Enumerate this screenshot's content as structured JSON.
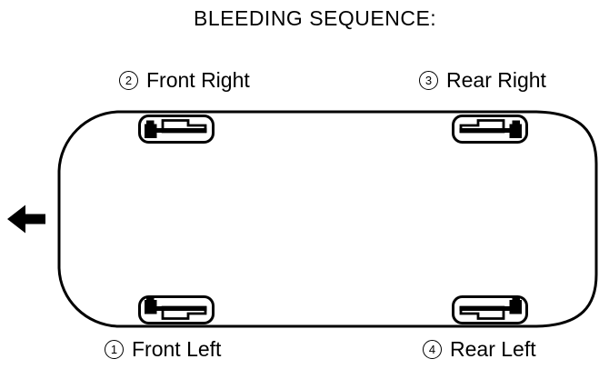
{
  "title": "BLEEDING SEQUENCE:",
  "colors": {
    "line": "#000000",
    "background": "#ffffff"
  },
  "icons": {
    "front_direction_arrow": "left-arrow",
    "wheel_caliper": "brake-caliper"
  },
  "labels": [
    {
      "id": "front-right",
      "number": "2",
      "text": "Front Right",
      "position": "top-left-wheel"
    },
    {
      "id": "rear-right",
      "number": "3",
      "text": "Rear Right",
      "position": "top-right-wheel"
    },
    {
      "id": "front-left",
      "number": "1",
      "text": "Front Left",
      "position": "bottom-left-wheel"
    },
    {
      "id": "rear-left",
      "number": "4",
      "text": "Rear Left",
      "position": "bottom-right-wheel"
    }
  ],
  "sequence_order": [
    "Front Left",
    "Front Right",
    "Rear Right",
    "Rear Left"
  ]
}
